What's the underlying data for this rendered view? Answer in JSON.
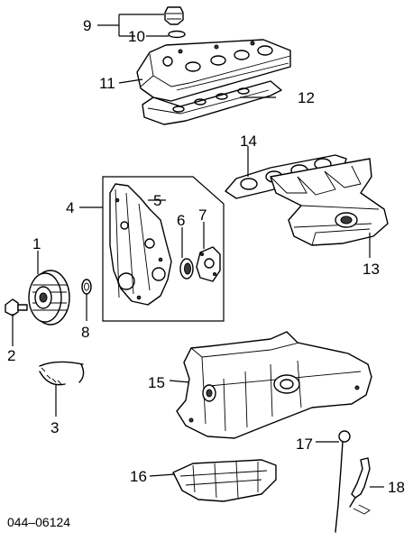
{
  "diagram": {
    "callouts": {
      "c1": "1",
      "c2": "2",
      "c3": "3",
      "c4": "4",
      "c5": "5",
      "c6": "6",
      "c7": "7",
      "c8": "8",
      "c9": "9",
      "c10": "10",
      "c11": "11",
      "c12": "12",
      "c13": "13",
      "c14": "14",
      "c15": "15",
      "c16": "16",
      "c17": "17",
      "c18": "18"
    },
    "diagram_code": "044–06124"
  }
}
